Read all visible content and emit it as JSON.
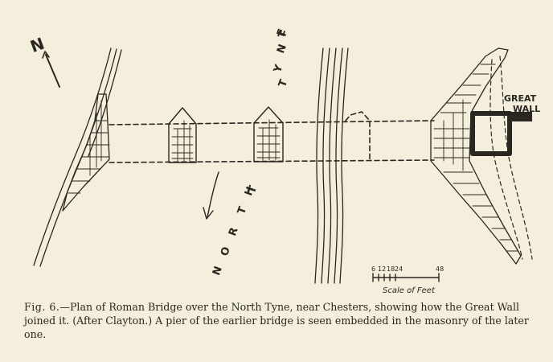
{
  "labels": {
    "north_arrow": "N",
    "river_upper": [
      "N",
      "O",
      "R",
      "T",
      "H"
    ],
    "river_upper_name": [
      "T",
      "Y",
      "N",
      "E"
    ],
    "great_wall": [
      "GREAT",
      "WALL"
    ]
  },
  "scale": {
    "ticks": [
      "6",
      "12",
      "18",
      "24",
      "48"
    ],
    "caption": "Scale of Feet"
  },
  "caption": {
    "fig_label": "Fig. 6.",
    "text": "—Plan of Roman Bridge over the North Tyne, near Chesters, showing how the Great Wall joined it. (After Clayton.) A pier of the earlier bridge is seen embedded in the masonry of the later one."
  },
  "colors": {
    "paper": "#f3efdc",
    "ink": "#2a2620"
  }
}
